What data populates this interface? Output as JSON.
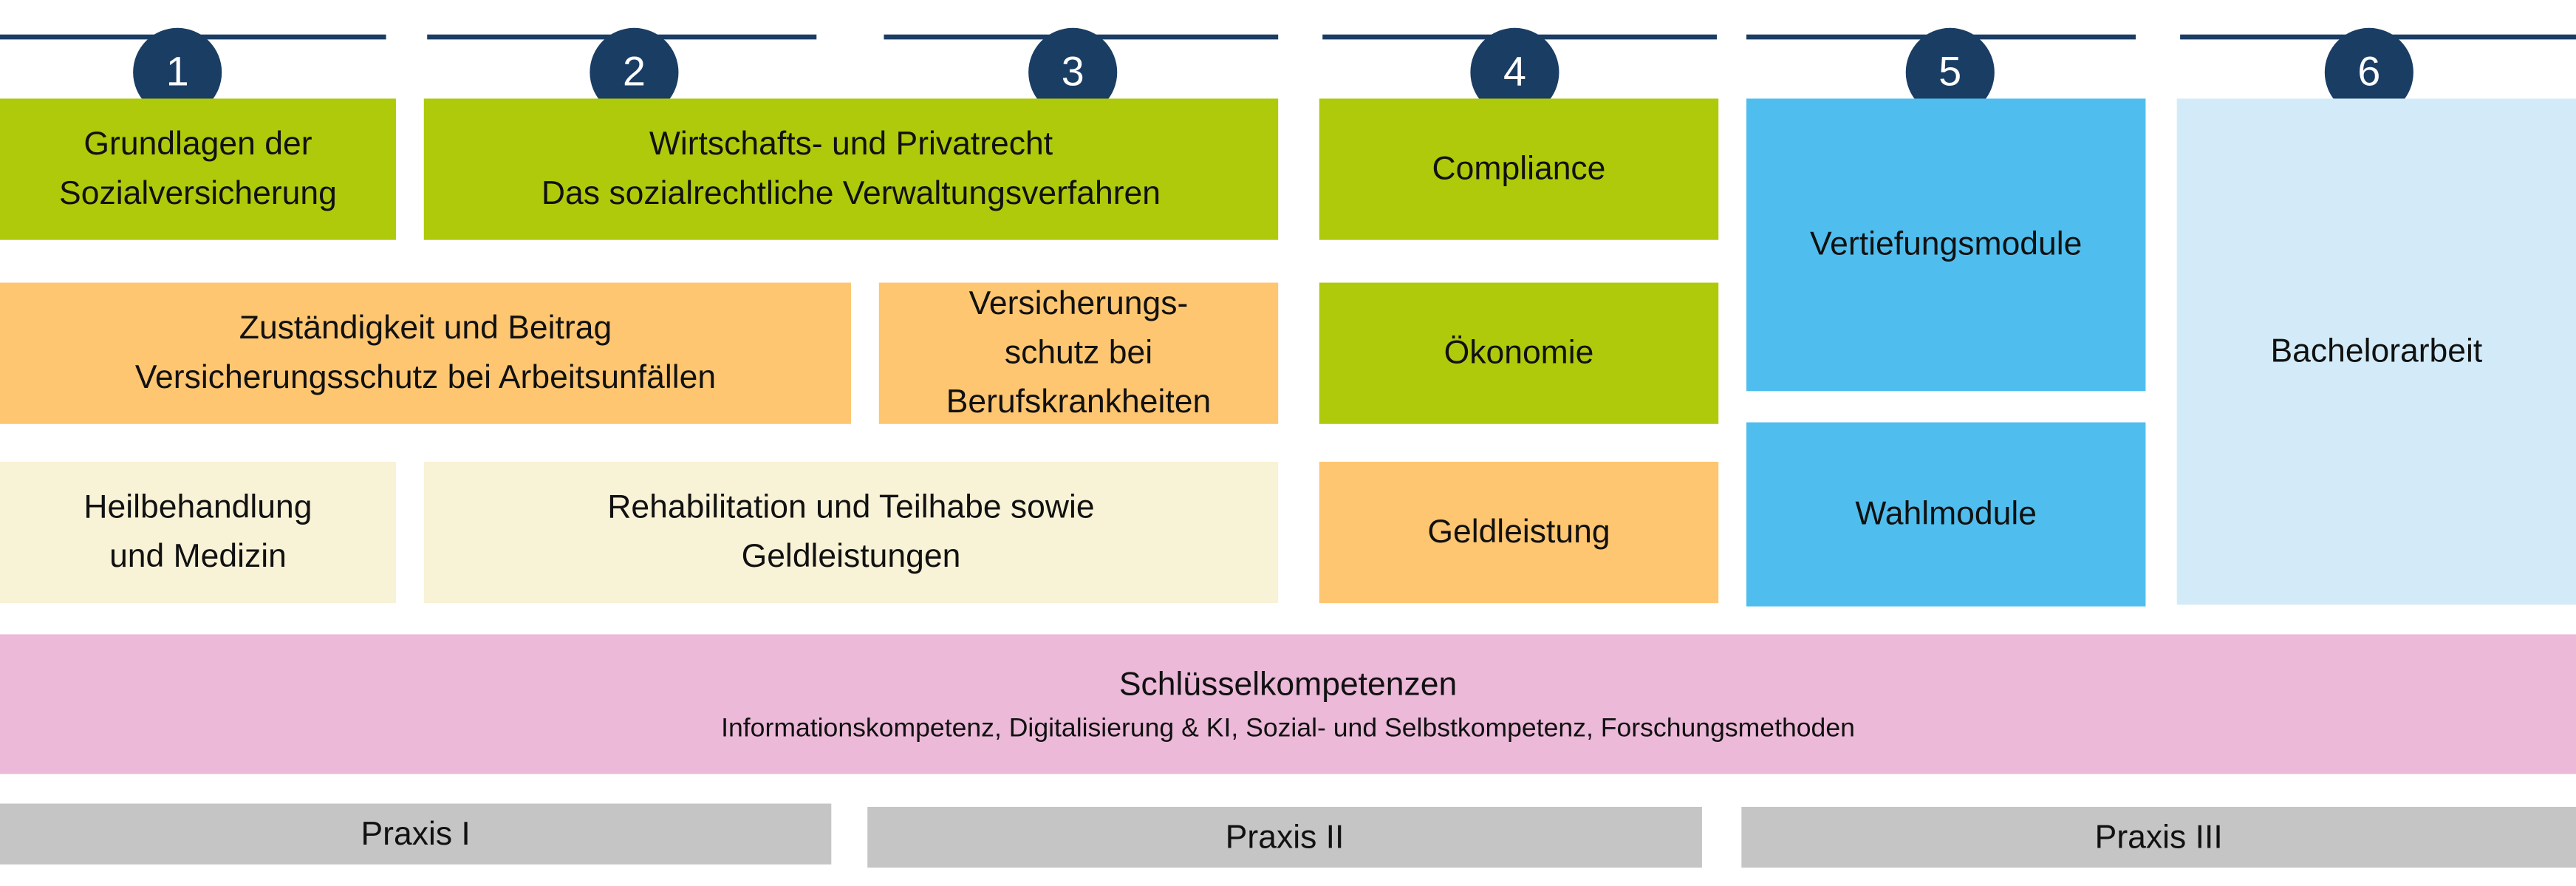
{
  "semesters": [
    "1",
    "2",
    "3",
    "4",
    "5",
    "6"
  ],
  "modules": {
    "grundlagen": [
      "Grundlagen der",
      "Sozialversicherung"
    ],
    "wirtschaft": [
      "Wirtschafts- und Privatrecht",
      "Das sozialrechtliche Verwaltungsverfahren"
    ],
    "compliance": "Compliance",
    "zustaendigkeit": [
      "Zuständigkeit und Beitrag",
      "Versicherungsschutz bei Arbeitsunfällen"
    ],
    "berufskrankheiten": [
      "Versicherungs-",
      "schutz bei",
      "Berufskrankheiten"
    ],
    "oekonomie": "Ökonomie",
    "heilbehandlung": [
      "Heilbehandlung",
      "und Medizin"
    ],
    "rehabilitation": [
      "Rehabilitation und Teilhabe sowie",
      "Geldleistungen"
    ],
    "geldleistung": "Geldleistung",
    "vertiefung": "Vertiefungsmodule",
    "wahl": "Wahlmodule",
    "bachelor": "Bachelorarbeit"
  },
  "schluessel": {
    "title": "Schlüsselkompetenzen",
    "subtitle": "Informationskompetenz, Digitalisierung & KI, Sozial- und Selbstkompetenz, Forschungsmethoden"
  },
  "praxis": [
    "Praxis I",
    "Praxis II",
    "Praxis III"
  ],
  "colors": {
    "navy": "#1A3D64",
    "green": "#AFCA0B",
    "orange": "#FEC671",
    "cream": "#F8F2D6",
    "blue": "#4FBEEE",
    "light_blue": "#D3EBF9",
    "pink": "#ECB9D8",
    "grey": "#C5C5C5"
  }
}
